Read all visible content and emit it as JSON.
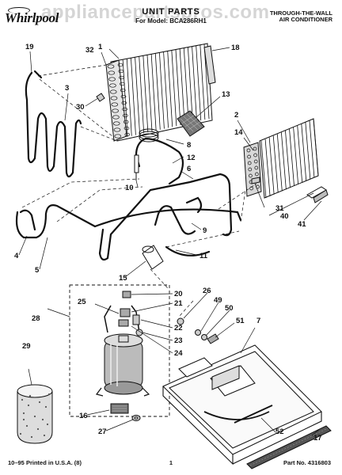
{
  "header": {
    "brand": "Whirlpool",
    "watermark": "appliancepartspros.com",
    "title": "UNIT PARTS",
    "model_line": "For Model: BCA286RH1",
    "product_type_line1": "THROUGH-THE-WALL",
    "product_type_line2": "AIR CONDITIONER"
  },
  "callouts": [
    {
      "id": "1",
      "label": "1"
    },
    {
      "id": "2",
      "label": "2"
    },
    {
      "id": "3",
      "label": "3"
    },
    {
      "id": "4",
      "label": "4"
    },
    {
      "id": "5",
      "label": "5"
    },
    {
      "id": "6",
      "label": "6"
    },
    {
      "id": "7",
      "label": "7"
    },
    {
      "id": "8",
      "label": "8"
    },
    {
      "id": "9",
      "label": "9"
    },
    {
      "id": "10",
      "label": "10"
    },
    {
      "id": "11",
      "label": "11"
    },
    {
      "id": "12",
      "label": "12"
    },
    {
      "id": "13",
      "label": "13"
    },
    {
      "id": "14",
      "label": "14"
    },
    {
      "id": "15",
      "label": "15"
    },
    {
      "id": "16",
      "label": "16"
    },
    {
      "id": "17",
      "label": "17"
    },
    {
      "id": "18",
      "label": "18"
    },
    {
      "id": "19",
      "label": "19"
    },
    {
      "id": "20",
      "label": "20"
    },
    {
      "id": "21",
      "label": "21"
    },
    {
      "id": "22",
      "label": "22"
    },
    {
      "id": "23",
      "label": "23"
    },
    {
      "id": "24",
      "label": "24"
    },
    {
      "id": "25",
      "label": "25"
    },
    {
      "id": "26",
      "label": "26"
    },
    {
      "id": "27",
      "label": "27"
    },
    {
      "id": "28",
      "label": "28"
    },
    {
      "id": "29",
      "label": "29"
    },
    {
      "id": "30",
      "label": "30"
    },
    {
      "id": "31",
      "label": "31"
    },
    {
      "id": "32",
      "label": "32"
    },
    {
      "id": "40",
      "label": "40"
    },
    {
      "id": "41",
      "label": "41"
    },
    {
      "id": "49",
      "label": "49"
    },
    {
      "id": "50",
      "label": "50"
    },
    {
      "id": "51",
      "label": "51"
    },
    {
      "id": "52",
      "label": "52"
    }
  ],
  "footer": {
    "print_info": "10–95 Printed in U.S.A. (8)",
    "page_number": "1",
    "part_number": "Part No. 4316803"
  }
}
